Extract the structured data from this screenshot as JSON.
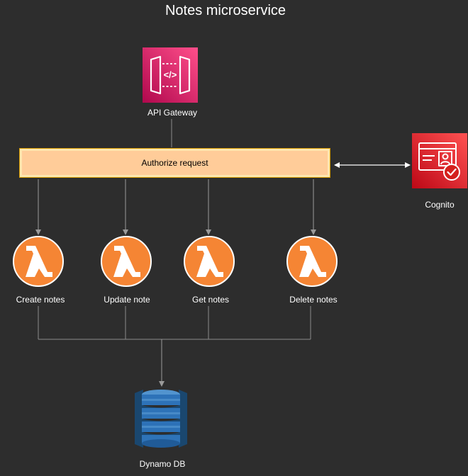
{
  "title": "Notes microservice",
  "api_gateway": {
    "label": "API Gateway",
    "icon": "api-gateway-icon",
    "color": "#e7157b"
  },
  "authorizer": {
    "label": "Authorize request",
    "fill": "#ffcc99",
    "border": "#d79b00"
  },
  "cognito": {
    "label": "Cognito",
    "icon": "cognito-icon",
    "color": "#dd344c"
  },
  "lambdas": [
    {
      "label": "Create notes",
      "icon": "lambda-icon"
    },
    {
      "label": "Update note",
      "icon": "lambda-icon"
    },
    {
      "label": "Get notes",
      "icon": "lambda-icon"
    },
    {
      "label": "Delete notes",
      "icon": "lambda-icon"
    }
  ],
  "lambda_color": "#f58534",
  "database": {
    "label": "Dynamo DB",
    "icon": "dynamodb-icon",
    "color": "#2d72b8"
  }
}
